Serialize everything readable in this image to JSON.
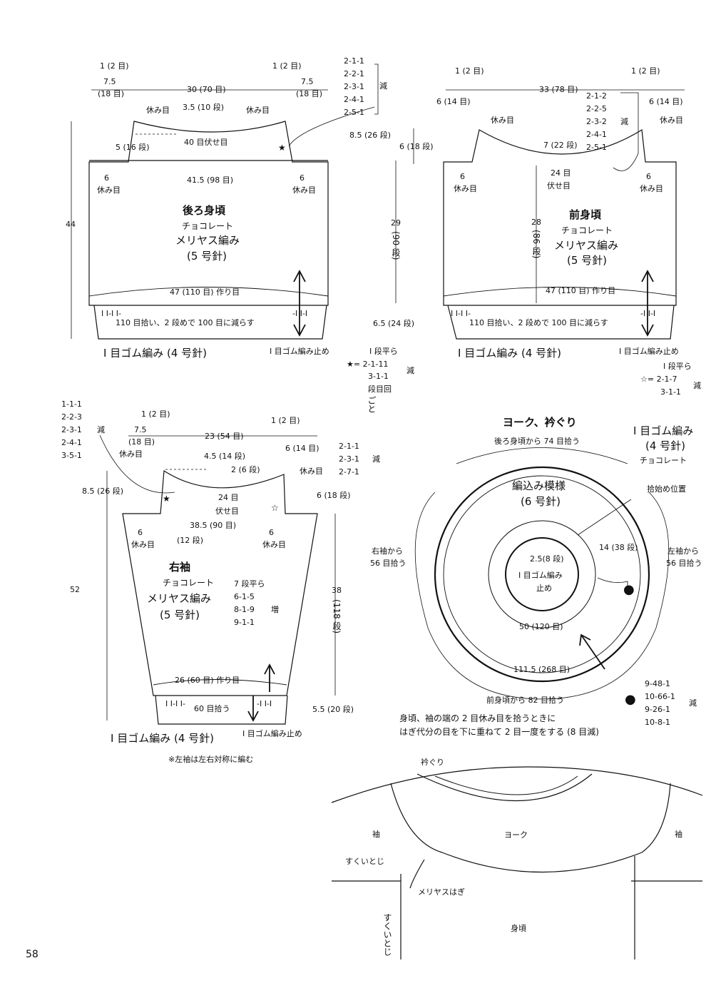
{
  "page_number": "58",
  "back": {
    "title": "後ろ身頃",
    "color": "チョコレート",
    "stitch": "メリヤス編み",
    "needle": "(5 号針)",
    "top_l1": "1 (2 目)",
    "top_r1": "1 (2 目)",
    "top_l2a": "7.5",
    "top_l2b": "(18 目)",
    "top_mid": "30 (70 目)",
    "top_r2a": "7.5",
    "top_r2b": "(18 目)",
    "rest_l": "休み目",
    "neck_depth": "3.5 (10 段)",
    "rest_r": "休み目",
    "neck_bind": "40 目伏せ目",
    "raglan_rows": "5 (16 段)",
    "width": "41.5 (98 目)",
    "side_l_a": "6",
    "side_l_b": "休み目",
    "side_r_a": "6",
    "side_r_b": "休み目",
    "height": "44",
    "cast_on": "47 (110 目) 作り目",
    "rib_l": "I I-I I-",
    "rib_r": "-I I-I",
    "pickup": "110 目拾い、2 段めで 100 目に減らす",
    "rib_label": "I 目ゴム編み (4 号針)",
    "rib_end": "I 目ゴム編み止め",
    "dec": [
      "2-1-1",
      "2-2-1",
      "2-3-1",
      "2-4-1",
      "2-5-1"
    ],
    "dec_label": "減"
  },
  "center": {
    "c1": "8.5 (26 段)",
    "c2": "6 (18 段)",
    "c3": "29",
    "c4": "(90 段)",
    "c5": "6.5 (24 段)",
    "star_note1": "I 段平ら",
    "star_note2": "★= 2-1-11",
    "star_note3": "3-1-1",
    "star_note4": "段目回",
    "star_note5": "ごと",
    "dec_label": "減"
  },
  "front": {
    "title": "前身頃",
    "color": "チョコレート",
    "stitch": "メリヤス編み",
    "needle": "(5 号針)",
    "top_l1": "1 (2 目)",
    "top_r1": "1 (2 目)",
    "top_l2": "6 (14 目)",
    "top_mid": "33 (78 目)",
    "top_r2": "6 (14 目)",
    "rest_l": "休み目",
    "rest_r": "休み目",
    "neck_depth": "7 (22 段)",
    "neck_bind_a": "24 目",
    "neck_bind_b": "伏せ目",
    "side_l_a": "6",
    "side_l_b": "休み目",
    "side_r_a": "6",
    "side_r_b": "休み目",
    "body_h": "28",
    "body_h2": "(86 段)",
    "cast_on": "47 (110 目) 作り目",
    "rib_l": "I I-I I-",
    "rib_r": "-I I-I",
    "pickup": "110 目拾い、2 段めで 100 目に減らす",
    "rib_label": "I 目ゴム編み (4 号針)",
    "rib_end": "I 目ゴム編み止め",
    "dec": [
      "2-1-2",
      "2-2-5",
      "2-3-2",
      "2-4-1",
      "2-5-1"
    ],
    "dec_label": "減",
    "wstar1": "I 段平ら",
    "wstar2": "☆= 2-1-7",
    "wstar3": "3-1-1",
    "wstar_label": "減"
  },
  "sleeve": {
    "title": "右袖",
    "color": "チョコレート",
    "stitch": "メリヤス編み",
    "needle": "(5 号針)",
    "dec": [
      "1-1-1",
      "2-2-3",
      "2-3-1",
      "2-4-1",
      "3-5-1"
    ],
    "dec_label": "減",
    "dec_r": [
      "2-1-1",
      "2-3-1",
      "2-7-1"
    ],
    "dec_r_label": "減",
    "top_l1": "1 (2 目)",
    "top_r1": "1 (2 目)",
    "top_l2a": "7.5",
    "top_l2b": "(18 目)",
    "top_mid": "23 (54 目)",
    "top_r2": "6 (14 目)",
    "rest_l": "休み目",
    "rest_r": "休み目",
    "d1": "4.5 (14 段)",
    "d2": "2 (6 段)",
    "d3": "8.5 (26 段)",
    "d4": "6 (18 段)",
    "bind_a": "24 目",
    "bind_b": "伏せ目",
    "width": "38.5 (90 目)",
    "side_l_a": "6",
    "side_l_b": "休み目",
    "side_r_a": "6",
    "side_r_b": "休み目",
    "rows12": "(12 段)",
    "height": "52",
    "inc1": "7 段平ら",
    "inc": [
      "6-1-5",
      "8-1-9",
      "9-1-1"
    ],
    "inc_label": "増",
    "h38": "38",
    "h118": "(118 段)",
    "cast_on": "26 (60 目) 作り目",
    "rib_l": "I I-I I-",
    "rib_r": "-I I-I",
    "pickup": "60 目拾う",
    "h55": "5.5 (20 段)",
    "rib_label": "I 目ゴム編み (4 号針)",
    "rib_end": "I 目ゴム編み止め",
    "note": "※左袖は左右対称に編む"
  },
  "yoke": {
    "title": "ヨーク、衿ぐり",
    "back_pick": "後ろ身頃から 74 目拾う",
    "rib_a": "I 目ゴム編み",
    "rib_b": "(4 号針)",
    "rib_c": "チョコレート",
    "start": "拾始め位置",
    "pattern_a": "編込み模様",
    "pattern_b": "(6 号針)",
    "r_sleeve_a": "右袖から",
    "r_sleeve_b": "56 目拾う",
    "l_sleeve_a": "左袖から",
    "l_sleeve_b": "56 目拾う",
    "h25": "2.5(8 段)",
    "h14": "14 (38 段)",
    "inner_a": "I 目ゴム編み",
    "inner_b": "止め",
    "inner_w": "50 (120 目)",
    "outer_w": "111.5 (268 目)",
    "front_pick": "前身頃から 82 目拾う",
    "dots": [
      "9-48-1",
      "10-66-1",
      "9-26-1",
      "10-8-1"
    ],
    "dots_label": "減",
    "note1": "身頃、袖の端の 2 目休み目を拾うときに",
    "note2": "はぎ代分の目を下に重ねて 2 目一度をする (8 目減)"
  },
  "garment": {
    "collar": "衿ぐり",
    "sleeve_l": "袖",
    "yoke": "ヨーク",
    "sleeve_r": "袖",
    "sukui1": "すくいとじ",
    "meri": "メリヤスはぎ",
    "sukui2": "すくいとじ",
    "body": "身頃"
  }
}
